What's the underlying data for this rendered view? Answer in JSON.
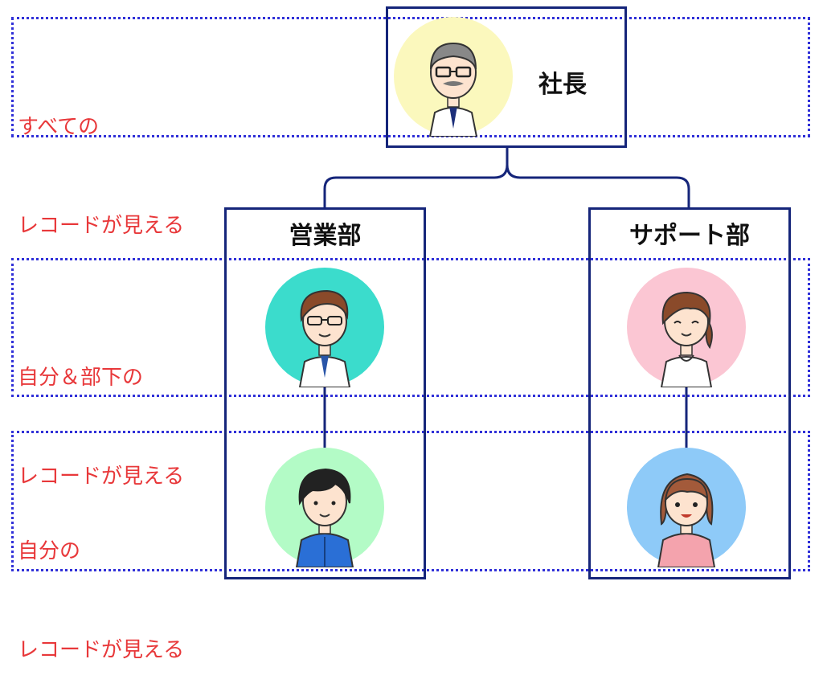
{
  "colors": {
    "band_border": "#3030d8",
    "label_text": "#e8383a",
    "box_border": "#15257a",
    "connector": "#15257a"
  },
  "bands": [
    {
      "line1": "すべての",
      "line2": "レコードが見える"
    },
    {
      "line1": "自分＆部下の",
      "line2": "レコードが見える"
    },
    {
      "line1": "自分の",
      "line2": "レコードが見える"
    }
  ],
  "org": {
    "president": {
      "title": "社長",
      "avatar_color": "#fbf8bd",
      "icon": "bald-man-glasses-mustache-avatar-icon"
    },
    "departments": [
      {
        "title": "営業部",
        "manager": {
          "avatar_color": "#3bdccc",
          "icon": "man-glasses-tie-avatar-icon"
        },
        "member": {
          "avatar_color": "#b3fbc6",
          "icon": "man-blue-hoodie-avatar-icon"
        }
      },
      {
        "title": "サポート部",
        "manager": {
          "avatar_color": "#fbc6d3",
          "icon": "woman-ponytail-blouse-avatar-icon"
        },
        "member": {
          "avatar_color": "#8ecaf8",
          "icon": "woman-pink-hoodie-avatar-icon"
        }
      }
    ]
  }
}
